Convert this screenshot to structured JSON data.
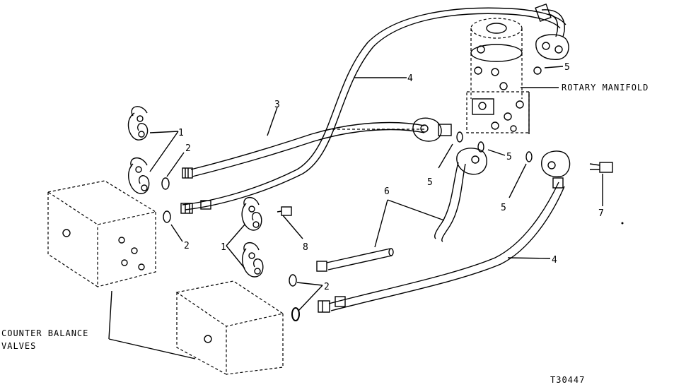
{
  "labels": {
    "rotary_manifold": "ROTARY MANIFOLD",
    "counter_balance_line1": "COUNTER BALANCE",
    "counter_balance_line2": "VALVES",
    "figure_id": "T30447"
  },
  "callouts": {
    "n1a": "1",
    "n1b": "1",
    "n2a": "2",
    "n2b": "2",
    "n2c": "2",
    "n3": "3",
    "n4a": "4",
    "n4b": "4",
    "n5a": "5",
    "n5b": "5",
    "n5c": "5",
    "n5d": "5",
    "n6": "6",
    "n7": "7",
    "n8": "8"
  }
}
